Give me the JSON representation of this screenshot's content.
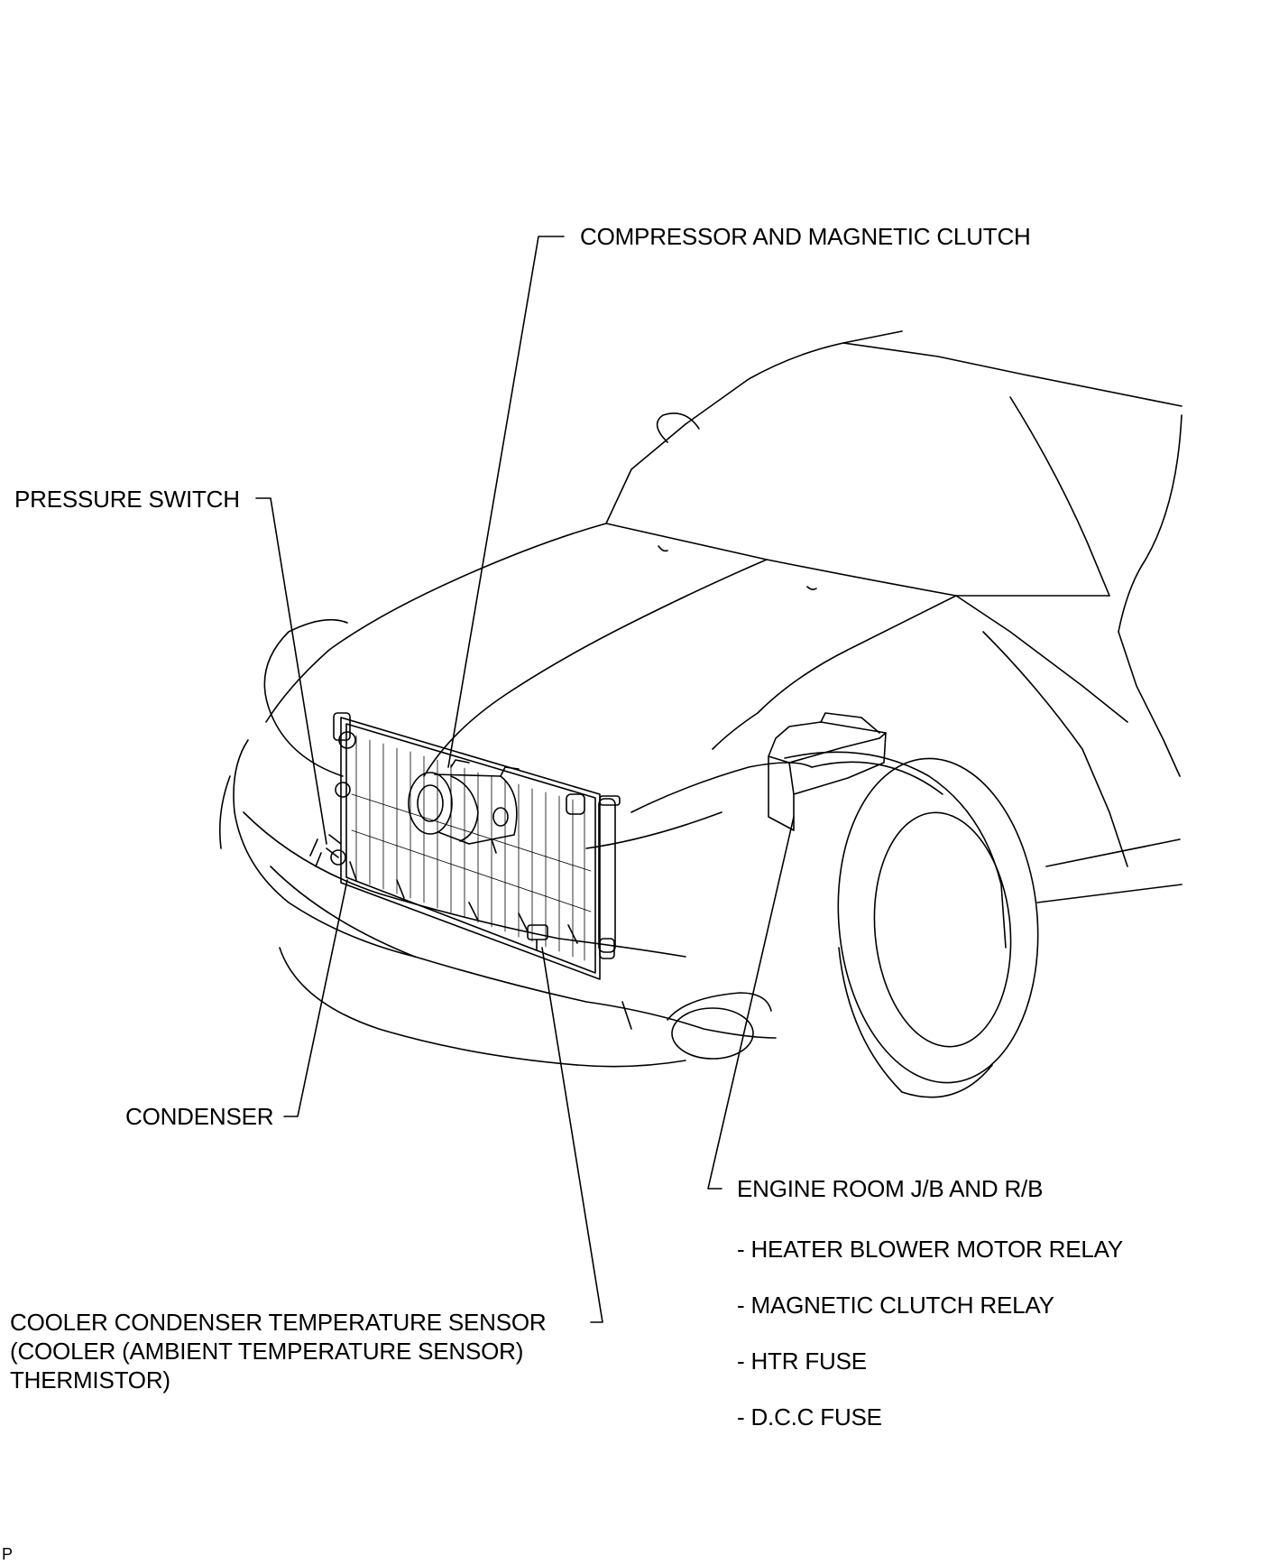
{
  "labels": {
    "compressor": "COMPRESSOR AND MAGNETIC CLUTCH",
    "pressure_switch": "PRESSURE SWITCH",
    "condenser": "CONDENSER",
    "engine_room_jb": "ENGINE ROOM J/B AND R/B",
    "heater_blower_relay": "- HEATER BLOWER MOTOR RELAY",
    "magnetic_clutch_relay": "- MAGNETIC CLUTCH RELAY",
    "htr_fuse": "- HTR FUSE",
    "dcc_fuse": "- D.C.C FUSE",
    "cooler_sensor_line1": "COOLER CONDENSER TEMPERATURE SENSOR",
    "cooler_sensor_line2": "(COOLER (AMBIENT TEMPERATURE SENSOR)",
    "cooler_sensor_line3": "THERMISTOR)",
    "figure_code": "P"
  },
  "colors": {
    "line": "#000000",
    "background": "#ffffff"
  }
}
